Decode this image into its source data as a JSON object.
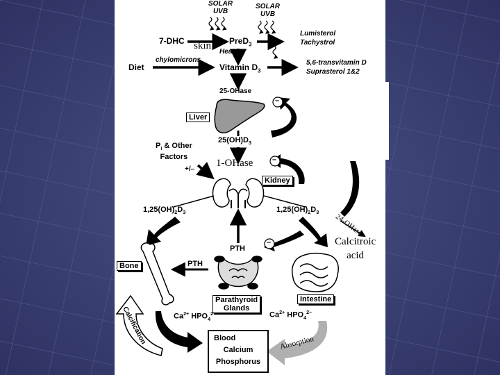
{
  "labels": {
    "solar_uvb_1": [
      "SOLAR",
      "UVB"
    ],
    "solar_uvb_2": [
      "SOLAR",
      "UVB"
    ],
    "dhc": "7-DHC",
    "skin": "skin",
    "pred3": "PreD",
    "heat": "Heat",
    "lumisterol": "Lumisterol",
    "tachystrol": "Tachystrol",
    "diet": "Diet",
    "chylomicrons": "chylomicrons",
    "vitamin_d3": "Vitamin D",
    "transvitamin": "5,6-transvitamin D",
    "suprasterol": "Suprasterol 1&2",
    "ohase25": "25-OHase",
    "liver": "Liver",
    "oh25d3": "25(OH)D",
    "pi_other_1": "P",
    "pi_other_1_sub": "i",
    "pi_other_1_rest": " & Other",
    "pi_other_2": "Factors",
    "plus_minus": "+/–",
    "ohase1": "1-OHase",
    "kidney": "Kidney",
    "d125_left": "1,25(OH)",
    "d125_right": "1,25(OH)",
    "ohase24": "24-OHase",
    "calcitroic": [
      "Calcitroic",
      "acid"
    ],
    "pth_center": "PTH",
    "pth_left": "PTH",
    "bone": "Bone",
    "parathyroid": [
      "Parathyroid",
      "Glands"
    ],
    "intestine": "Intestine",
    "calcification": "Calcification",
    "ca_hpo4_left": "Ca",
    "ca_hpo4_right": "Ca",
    "blood_box": [
      "Blood",
      "Calcium",
      "Phosphorus"
    ],
    "absorption": "Absorption",
    "minus": "–",
    "sub3": "3",
    "sub2": "2",
    "sup2plus": "2+",
    "hpo4": " HPO",
    "sub4": "4",
    "sup2minus": "2–"
  },
  "colors": {
    "background": "#3b4073",
    "grid": "#525889",
    "panel": "#ffffff",
    "ink": "#000000",
    "liver_gray": "#999999",
    "absorption_gray": "#b0b0b0"
  }
}
